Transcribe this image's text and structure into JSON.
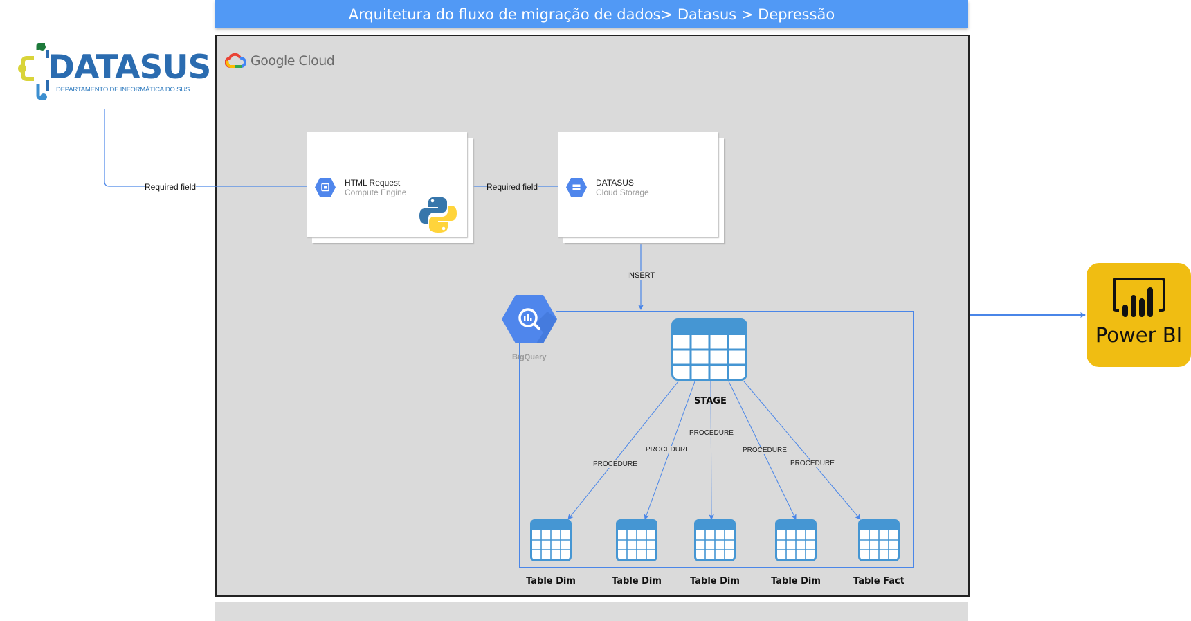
{
  "title": "Arquitetura do fluxo de migração de dados> Datasus > Depressão",
  "source": {
    "logo_text": "DATASUS",
    "logo_subtitle": "DEPARTAMENTO DE INFORMÁTICA DO SUS"
  },
  "cloud": {
    "label": "Google Cloud"
  },
  "nodes": {
    "compute": {
      "title": "HTML Request",
      "subtitle": "Compute Engine",
      "icon": "compute-engine-icon",
      "badge": "python-icon"
    },
    "storage": {
      "title": "DATASUS",
      "subtitle": "Cloud Storage",
      "icon": "cloud-storage-icon"
    },
    "bigquery": {
      "label": "BigQuery",
      "icon": "bigquery-icon"
    },
    "stage": {
      "label": "STAGE"
    },
    "tables": [
      {
        "label": "Table Dim"
      },
      {
        "label": "Table Dim"
      },
      {
        "label": "Table Dim"
      },
      {
        "label": "Table Dim"
      },
      {
        "label": "Table Fact"
      }
    ],
    "powerbi": {
      "label": "Power BI"
    }
  },
  "edges": {
    "source_to_compute": "Required field",
    "compute_to_storage": "Required field",
    "storage_to_bigquery": "INSERT",
    "procedures": [
      "PROCEDURE",
      "PROCEDURE",
      "PROCEDURE",
      "PROCEDURE",
      "PROCEDURE"
    ]
  },
  "colors": {
    "title_bar": "#5199f5",
    "frame_bg": "#dadada",
    "edge": "#4a86e8",
    "gcp_blue": "#4f86ec",
    "table_blue": "#4596d3",
    "powerbi_yellow": "#f0bd12"
  }
}
